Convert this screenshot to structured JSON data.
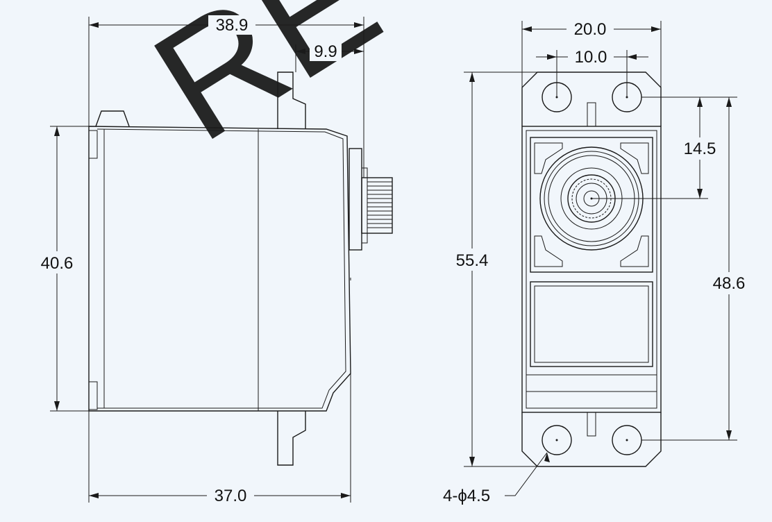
{
  "watermark": "RE",
  "colors": {
    "background": "#f1f6fb",
    "line": "#1a1a1a",
    "watermark": "#a8a8a8"
  },
  "side_view": {
    "overall_width": "38.9",
    "spline_length": "9.9",
    "height": "40.6",
    "body_width": "37.0"
  },
  "front_view": {
    "width": "20.0",
    "hole_spacing": "10.0",
    "total_height": "55.4",
    "shaft_offset": "14.5",
    "hole_pitch": "48.6",
    "holes": "4-ϕ4.5"
  }
}
